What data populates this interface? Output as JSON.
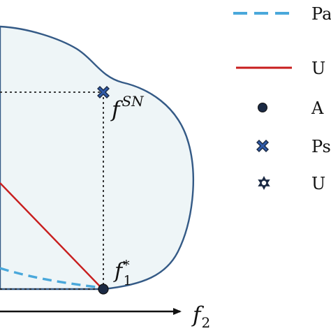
{
  "diagram": {
    "axis_label_f2": {
      "base": "f",
      "sub": "2"
    },
    "label_fsn": {
      "base": "f",
      "sup": "SN"
    },
    "label_f1star": {
      "base": "f",
      "sub": "1",
      "sup": "*"
    }
  },
  "legend": {
    "items": [
      {
        "text": "Pa",
        "symbol": "dashed-line-icon",
        "color": "#4aa8db"
      },
      {
        "text": "U",
        "symbol": "solid-line-icon",
        "color": "#c81e1e"
      },
      {
        "text": "A",
        "symbol": "circle-marker-icon",
        "color": "#1b2a44"
      },
      {
        "text": "Ps",
        "symbol": "x-marker-icon",
        "color": "#2f5aa8"
      },
      {
        "text": "U",
        "symbol": "star-marker-icon",
        "color": "#1b2a44"
      }
    ]
  },
  "colors": {
    "region_fill": "#eef5f7",
    "region_stroke": "#345a86",
    "utopia_line": "#c81e1e",
    "pareto_dash": "#4aa8db",
    "axis": "#111111",
    "guide": "#222222"
  }
}
